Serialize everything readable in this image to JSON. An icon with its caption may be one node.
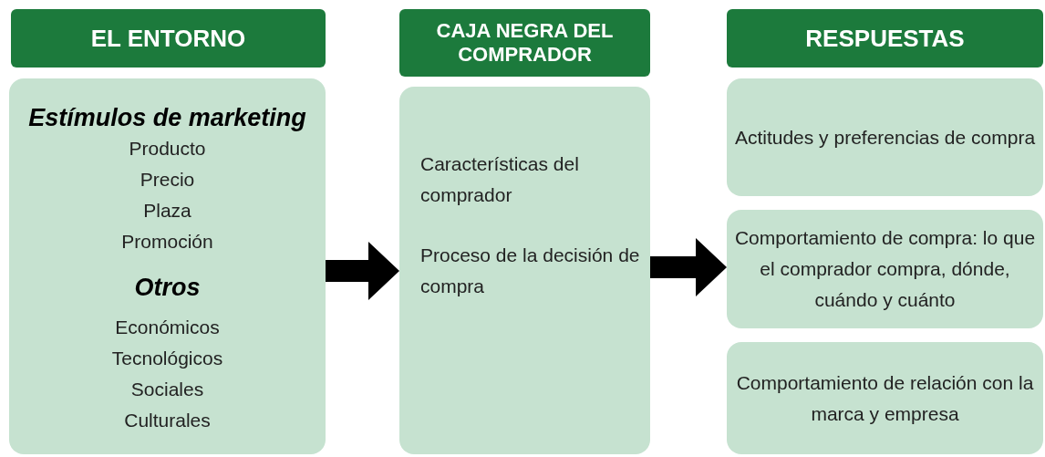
{
  "diagram": {
    "nodes": [
      {
        "text": [
          "EL ENTORNO"
        ]
      },
      {
        "text": [
          "Estímulos de marketing",
          "Producto",
          "Precio",
          "Plaza",
          "Promoción",
          "Otros",
          "Económicos",
          "Tecnológicos",
          "Sociales",
          "Culturales"
        ]
      },
      {
        "text": [
          "CAJA NEGRA DEL COMPRADOR"
        ]
      },
      {
        "text": [
          "Características del comprador",
          "Proceso de la decisión de compra"
        ]
      },
      {
        "text": [
          "RESPUESTAS"
        ]
      },
      {
        "text": [
          "Actitudes y preferencias de compra"
        ]
      },
      {
        "text": [
          "Comportamiento de compra: lo que el comprador compra, dónde, cuándo y cuánto"
        ]
      },
      {
        "text": [
          "Comportamiento de relación con la marca y empresa"
        ]
      }
    ],
    "edges": [
      {
        "from": 1,
        "to": 3,
        "arrow": "to"
      },
      {
        "from": 3,
        "to": 6,
        "arrow": "to"
      }
    ]
  }
}
